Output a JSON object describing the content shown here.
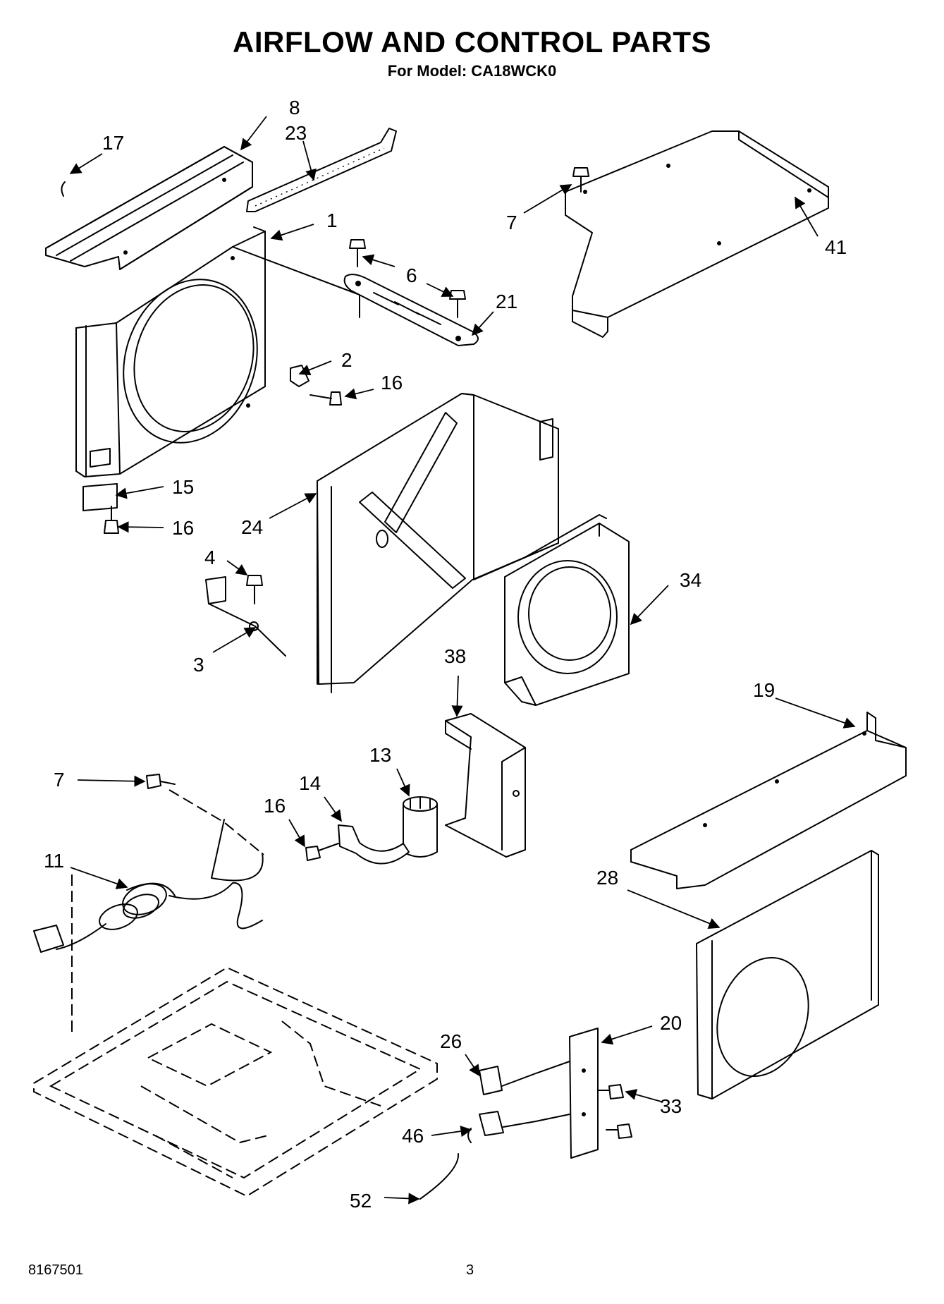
{
  "title": "AIRFLOW AND CONTROL PARTS",
  "subtitle": "For Model: CA18WCK0",
  "footer": {
    "doc_number": "8167501",
    "page_number": "3"
  },
  "callouts": {
    "c1": "1",
    "c2": "2",
    "c3": "3",
    "c4": "4",
    "c6": "6",
    "c7a": "7",
    "c7b": "7",
    "c8": "8",
    "c11": "11",
    "c13": "13",
    "c14": "14",
    "c15": "15",
    "c16a": "16",
    "c16b": "16",
    "c16c": "16",
    "c17": "17",
    "c19": "19",
    "c20": "20",
    "c21": "21",
    "c23": "23",
    "c24": "24",
    "c26": "26",
    "c28": "28",
    "c33": "33",
    "c34": "34",
    "c38": "38",
    "c41": "41",
    "c46": "46",
    "c52": "52"
  }
}
